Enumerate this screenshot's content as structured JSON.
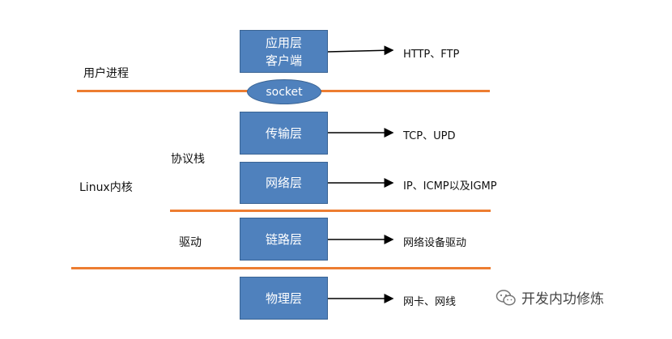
{
  "layers": {
    "app_line1": "应用层",
    "app_line2": "客户端",
    "transport": "传输层",
    "network": "网络层",
    "link": "链路层",
    "physical": "物理层"
  },
  "socket": "socket",
  "side_labels": {
    "user_process": "用户进程",
    "protocol_stack": "协议栈",
    "linux_kernel": "Linux内核",
    "driver": "驱动"
  },
  "protocols": {
    "app": "HTTP、FTP",
    "transport": "TCP、UPD",
    "network": "IP、ICMP以及IGMP",
    "link": "网络设备驱动",
    "physical": "网卡、网线"
  },
  "watermark": "开发内功修炼",
  "colors": {
    "box": "#4f81bd",
    "divider": "#ed7d31"
  }
}
